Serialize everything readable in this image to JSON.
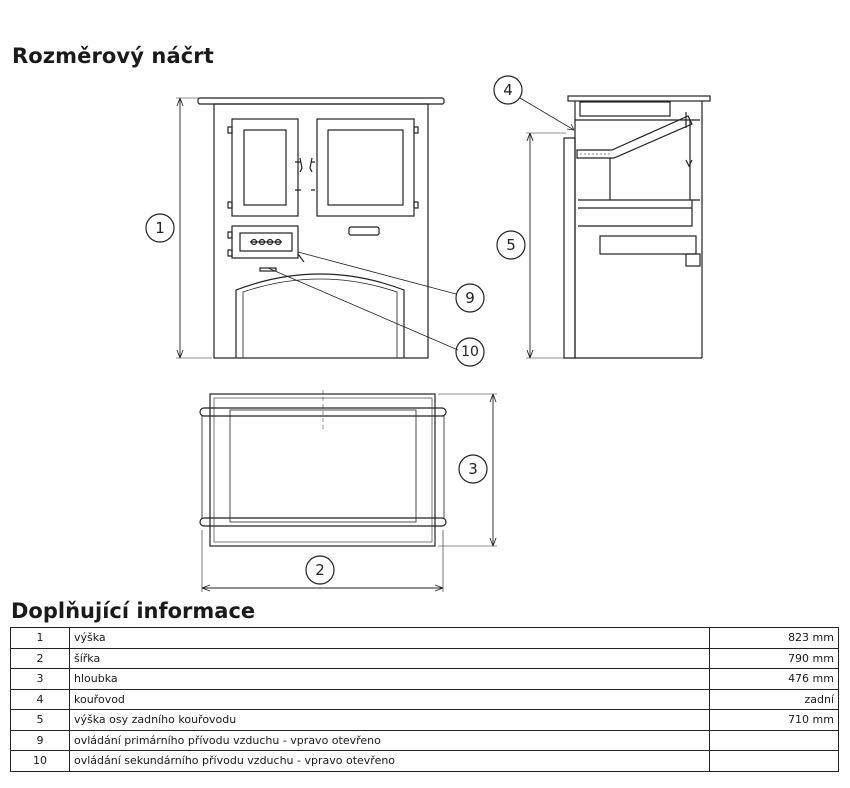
{
  "header": {
    "title": "Rozměrový náčrt"
  },
  "drawing": {
    "callouts": [
      "1",
      "2",
      "3",
      "4",
      "5",
      "9",
      "10"
    ]
  },
  "info": {
    "title": "Doplňující informace",
    "rows": [
      {
        "num": "1",
        "label": "výška",
        "value": "823 mm"
      },
      {
        "num": "2",
        "label": "šířka",
        "value": "790 mm"
      },
      {
        "num": "3",
        "label": "hloubka",
        "value": "476 mm"
      },
      {
        "num": "4",
        "label": "kouřovod",
        "value": "zadní"
      },
      {
        "num": "5",
        "label": "výška osy zadního kouřovodu",
        "value": "710 mm"
      },
      {
        "num": "9",
        "label": "ovládání primárního přívodu vzduchu - vpravo otevřeno",
        "value": ""
      },
      {
        "num": "10",
        "label": "ovládání sekundárního přívodu vzduchu - vpravo otevřeno",
        "value": ""
      }
    ]
  }
}
